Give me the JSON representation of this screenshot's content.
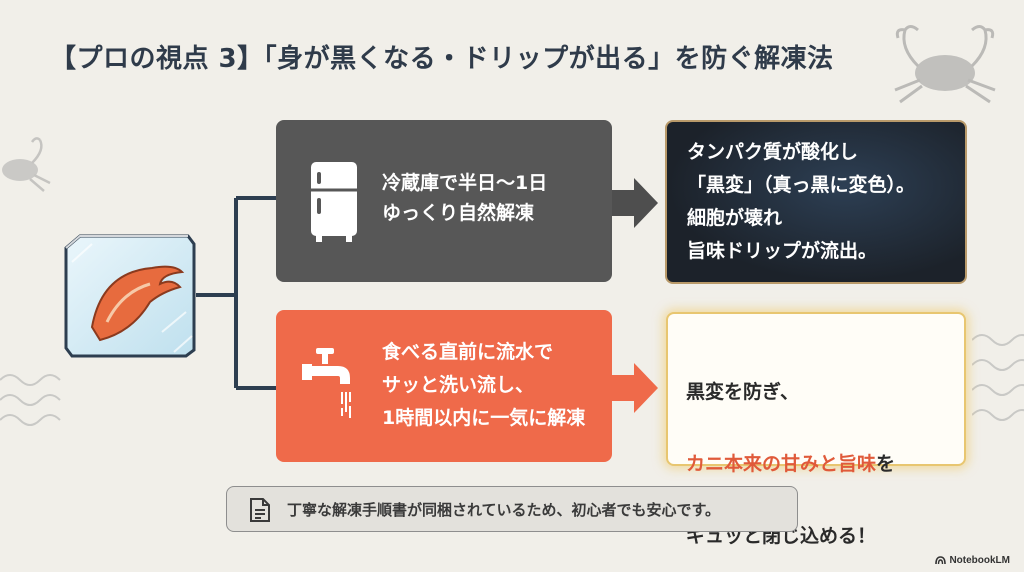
{
  "title": "【プロの視点 3】「身が黒くなる・ドリップが出る」を防ぐ解凍法",
  "bad_method": {
    "icon": "refrigerator-icon",
    "text": "冷蔵庫で半日〜1日\nゆっくり自然解凍"
  },
  "bad_result": {
    "text": "タンパク質が酸化し\n「黒変」（真っ黒に変色）。\n細胞が壊れ\n旨味ドリップが流出。"
  },
  "good_method": {
    "icon": "faucet-icon",
    "text": "食べる直前に流水で\nサッと洗い流し、\n1時間以内に一気に解凍"
  },
  "good_result": {
    "line1": "黒変を防ぎ、",
    "line2": "カニ本来の甘みと旨味",
    "line2_suffix": "を",
    "line3": "ギュッと閉じ込める！"
  },
  "note": {
    "icon": "document-icon",
    "text": "丁寧な解凍手順書が同梱されているため、初心者でも安心です。"
  },
  "brand": "NotebookLM",
  "colors": {
    "background": "#f1efe9",
    "title": "#2f3b4a",
    "bad_box": "#575757",
    "good_box": "#ef6a4a",
    "result_dark": "#1c222a",
    "highlight": "#e05a3a",
    "gold_border": "#e8c670",
    "connector": "#2d3e50"
  }
}
